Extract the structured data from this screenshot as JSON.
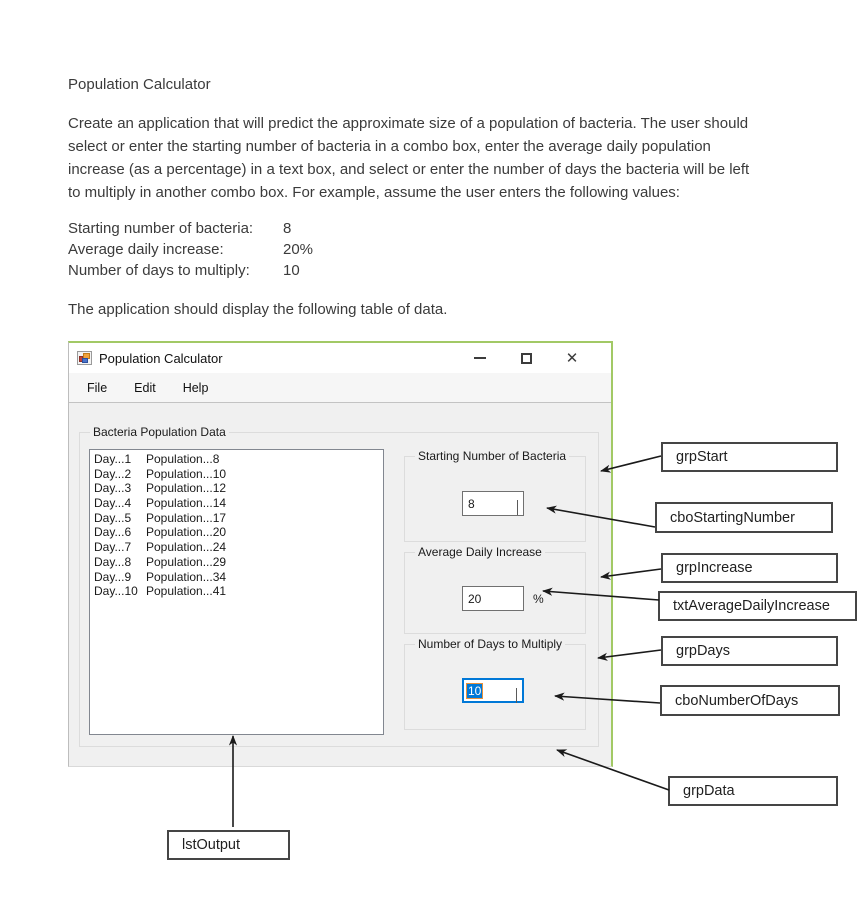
{
  "document": {
    "title": "Population Calculator",
    "paragraph_lines": [
      "Create an application that will predict the approximate size of a population of bacteria. The user should",
      "select or enter the starting number of bacteria in a combo box, enter the average daily population",
      "increase (as a percentage) in a text box, and select or enter the number of days the bacteria will be left",
      "to multiply in another combo box. For example, assume the user enters the following values:"
    ],
    "values": [
      {
        "label": "Starting number of bacteria:",
        "value": "8"
      },
      {
        "label": "Average daily increase:",
        "value": "20%"
      },
      {
        "label": "Number of days to multiply:",
        "value": "10"
      }
    ],
    "note": "The application should display the following table of data."
  },
  "window": {
    "title": "Population Calculator",
    "menu": {
      "file": "File",
      "edit": "Edit",
      "help": "Help"
    },
    "groups": {
      "data": {
        "label": "Bacteria Population Data"
      },
      "start": {
        "label": "Starting Number of Bacteria",
        "combo_value": "8"
      },
      "increase": {
        "label": "Average Daily Increase",
        "text_value": "20",
        "unit": "%"
      },
      "days": {
        "label": "Number of Days to Multiply",
        "combo_value": "10"
      }
    },
    "list_items": [
      {
        "day": "Day...1",
        "population": "Population...8"
      },
      {
        "day": "Day...2",
        "population": "Population...10"
      },
      {
        "day": "Day...3",
        "population": "Population...12"
      },
      {
        "day": "Day...4",
        "population": "Population...14"
      },
      {
        "day": "Day...5",
        "population": "Population...17"
      },
      {
        "day": "Day...6",
        "population": "Population...20"
      },
      {
        "day": "Day...7",
        "population": "Population...24"
      },
      {
        "day": "Day...8",
        "population": "Population...29"
      },
      {
        "day": "Day...9",
        "population": "Population...34"
      },
      {
        "day": "Day...10",
        "population": "Population...41"
      }
    ],
    "close_glyph": "✕"
  },
  "callouts": {
    "grpStart": "grpStart",
    "cboStartingNumber": "cboStartingNumber",
    "grpIncrease": "grpIncrease",
    "txtAverageDailyIncrease": "txtAverageDailyIncrease",
    "grpDays": "grpDays",
    "cboNumberOfDays": "cboNumberOfDays",
    "grpData": "grpData",
    "lstOutput": "lstOutput"
  },
  "colors": {
    "screenshot_border_green": "#a2c965",
    "focus_blue": "#0078d7",
    "selection_outline_orange": "#e8913c",
    "window_background": "#f0f0f0"
  }
}
